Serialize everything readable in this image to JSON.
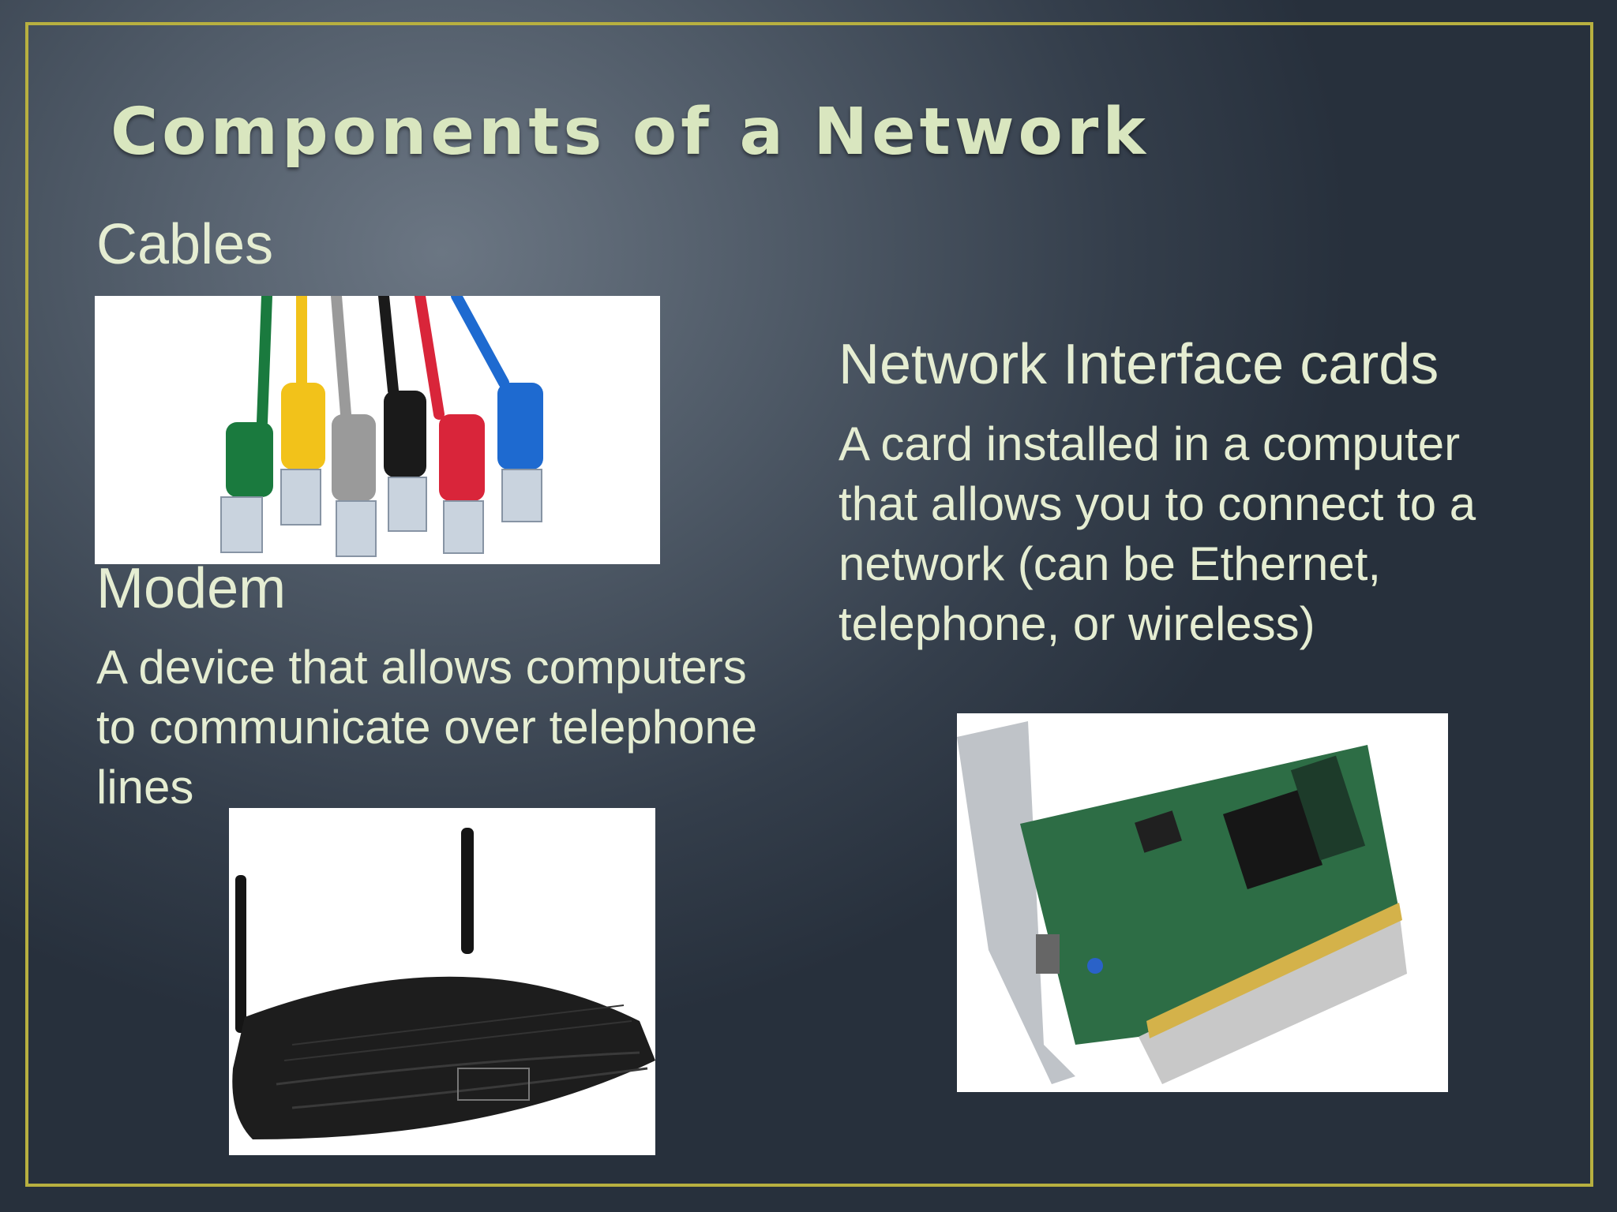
{
  "slide": {
    "title": "Components of a Network",
    "sections": {
      "cables": {
        "heading": "Cables"
      },
      "modem": {
        "heading": "Modem",
        "description": "A device that allows computers to communicate over telephone lines"
      },
      "nic": {
        "heading": "Network Interface cards",
        "description": "A card installed in a computer that allows you to connect to a network (can be Ethernet, telephone, or wireless)"
      }
    },
    "images": {
      "cables": "ethernet-cables-photo",
      "modem": "wireless-router-photo",
      "nic": "network-card-photo"
    }
  },
  "colors": {
    "text": "#e5edd2",
    "title": "#d9e6bf",
    "frame": "#b8b040",
    "background": "#4e5966"
  }
}
